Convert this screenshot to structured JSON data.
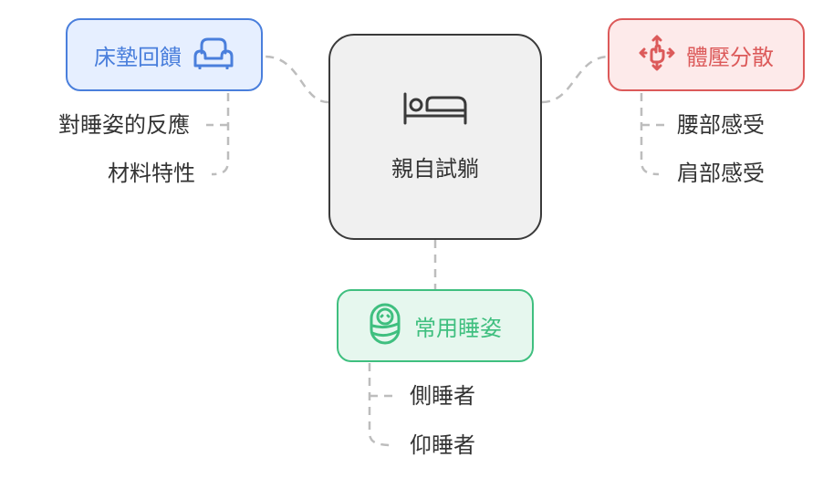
{
  "center": {
    "label": "親自試躺",
    "icon": "bed-icon"
  },
  "branches": [
    {
      "id": "mattress",
      "label": "床墊回饋",
      "icon": "sofa-icon",
      "color": "#4a7fdc",
      "fill": "#e6efff",
      "children": [
        "對睡姿的反應",
        "材料特性"
      ]
    },
    {
      "id": "pressure",
      "label": "體壓分散",
      "icon": "move-arrows-icon",
      "color": "#dc5a5a",
      "fill": "#fdeaea",
      "children": [
        "腰部感受",
        "肩部感受"
      ]
    },
    {
      "id": "posture",
      "label": "常用睡姿",
      "icon": "baby-icon",
      "color": "#3fbf7f",
      "fill": "#e6f7ee",
      "children": [
        "側睡者",
        "仰睡者"
      ]
    }
  ],
  "connector_color": "#bdbdbd"
}
